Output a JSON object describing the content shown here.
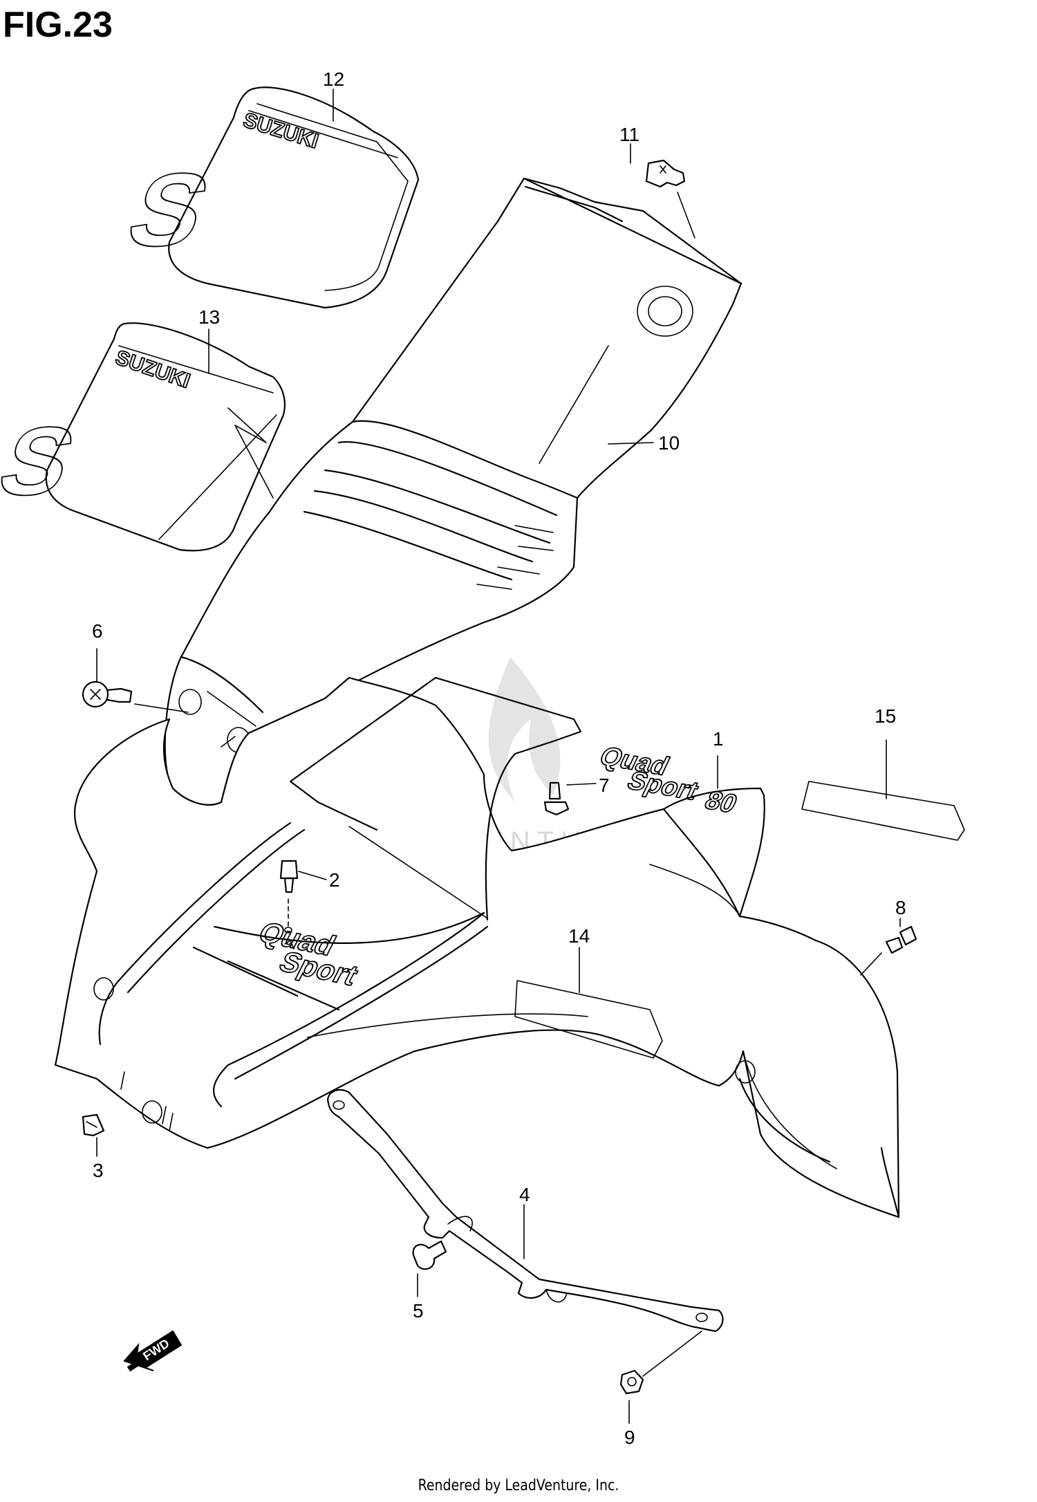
{
  "figure": {
    "title": "FIG.23",
    "footer": "Rendered by LeadVenture, Inc.",
    "watermark": "LEADVENTURE"
  },
  "decals": {
    "brand_text": "SUZUKI",
    "logo_letter": "S",
    "model_line1": "Quad",
    "model_line2": "Sport",
    "model_line3": "80"
  },
  "callouts": [
    "1",
    "2",
    "3",
    "4",
    "5",
    "6",
    "7",
    "8",
    "9",
    "10",
    "11",
    "12",
    "13",
    "14",
    "15"
  ],
  "arrow": {
    "label": "FWD"
  }
}
